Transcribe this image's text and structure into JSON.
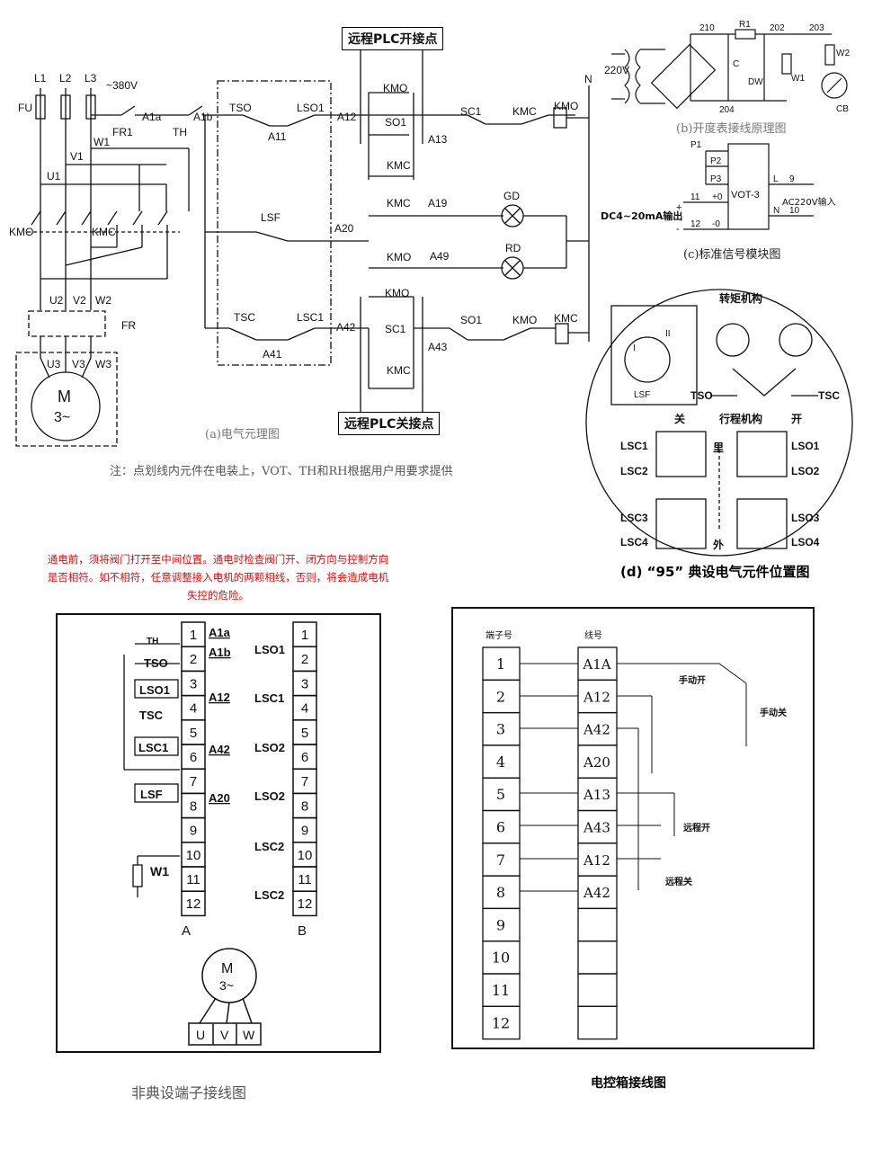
{
  "plc_open_label": "远程PLC开接点",
  "plc_close_label": "远程PLC关接点",
  "caption_a": "(a)电气元理图",
  "caption_b": "(b)开度表接线原理图",
  "caption_c": "(c)标准信号模块图",
  "caption_d": "(d) “95” 典设电气元件位置图",
  "note": "注：点划线内元件在电装上，VOT、TH和RH根据用户用要求提供",
  "warning": "通电前，须将阀门打开至中间位置。通电时检查阀门开、闭方向与控制方向是否相符。如不相符，任意调整接入电机的两颗相线，否则，将会造成电机失控的危险。",
  "caption_terminal": "非典设端子接线图",
  "caption_cabinet": "电控箱接线图",
  "power": {
    "phases": [
      "L1",
      "L2",
      "L3"
    ],
    "voltage": "~380V",
    "fuse": "FU",
    "motor": [
      "M",
      "3~"
    ],
    "windings_top": [
      "U2",
      "V2",
      "W2"
    ],
    "windings_bottom": [
      "U3",
      "V3",
      "W3"
    ],
    "winding_labels": [
      "U1",
      "V1",
      "W1"
    ],
    "contactors": [
      "KMO",
      "KMC"
    ],
    "fr": "FR",
    "fr1": "FR1",
    "th": "TH"
  },
  "control": {
    "nodes": [
      "A1a",
      "A1b",
      "A12",
      "A13",
      "A19",
      "A20",
      "A49",
      "A42",
      "A43",
      "A11",
      "A41"
    ],
    "switches": [
      "TSO",
      "LSO1",
      "LSF",
      "TSC",
      "LSC1",
      "SO1",
      "SC1"
    ],
    "coils": [
      "KMO",
      "KMC"
    ],
    "lamps": [
      "GD",
      "RD"
    ],
    "neutral": "N"
  },
  "meter": {
    "supply": "220V",
    "nodes": [
      "210",
      "R1",
      "202",
      "203",
      "204"
    ],
    "parts": [
      "C",
      "DW",
      "W1",
      "W2",
      "CB"
    ]
  },
  "module": {
    "name": "VOT-3",
    "pins": [
      "P1",
      "P2",
      "P3"
    ],
    "left_terminals": [
      "11",
      "+0",
      "12",
      "-0"
    ],
    "right_terminals": [
      "L",
      "9",
      "N",
      "10"
    ],
    "input_label": "AC220V输入",
    "output_label": "DC4~20mA输出",
    "plus": "+",
    "minus": "-"
  },
  "position_diagram": {
    "torque": "转矩机构",
    "travel": [
      "关",
      "行程机构",
      "开"
    ],
    "inside": "里",
    "outside": "外",
    "left_switches": [
      "LSC1",
      "LSC2",
      "LSC3",
      "LSC4"
    ],
    "right_switches": [
      "LSO1",
      "LSO2",
      "LSO3",
      "LSO4"
    ],
    "torque_switches": [
      "TSO",
      "TSC"
    ],
    "lsf": "LSF",
    "roman": [
      "I",
      "II"
    ]
  },
  "terminal_a": {
    "label": "A",
    "numbers": [
      "1",
      "2",
      "3",
      "4",
      "5",
      "6",
      "7",
      "8",
      "9",
      "10",
      "11",
      "12"
    ],
    "components": [
      "TH",
      "TSO",
      "LSO1",
      "TSC",
      "LSC1",
      "LSF",
      "W1"
    ],
    "wires": [
      "A1a",
      "A1b",
      "A12",
      "A42",
      "A20"
    ]
  },
  "terminal_b": {
    "label": "B",
    "numbers": [
      "1",
      "2",
      "3",
      "4",
      "5",
      "6",
      "7",
      "8",
      "9",
      "10",
      "11",
      "12"
    ],
    "components": [
      "LSO1",
      "LSC1",
      "LSO2",
      "LSO2",
      "LSC2",
      "LSC2"
    ]
  },
  "motor_bottom": {
    "symbol": [
      "M",
      "3~"
    ],
    "terminals": [
      "U",
      "V",
      "W"
    ]
  },
  "cabinet": {
    "header_terminal": "端子号",
    "header_wire": "线号",
    "terminals": [
      "1",
      "2",
      "3",
      "4",
      "5",
      "6",
      "7",
      "8",
      "9",
      "10",
      "11",
      "12"
    ],
    "wires": [
      "A1A",
      "A12",
      "A42",
      "A20",
      "A13",
      "A43",
      "A12",
      "A42",
      "",
      "",
      "",
      ""
    ],
    "switches": [
      "手动开",
      "手动关",
      "远程开",
      "远程关"
    ]
  }
}
